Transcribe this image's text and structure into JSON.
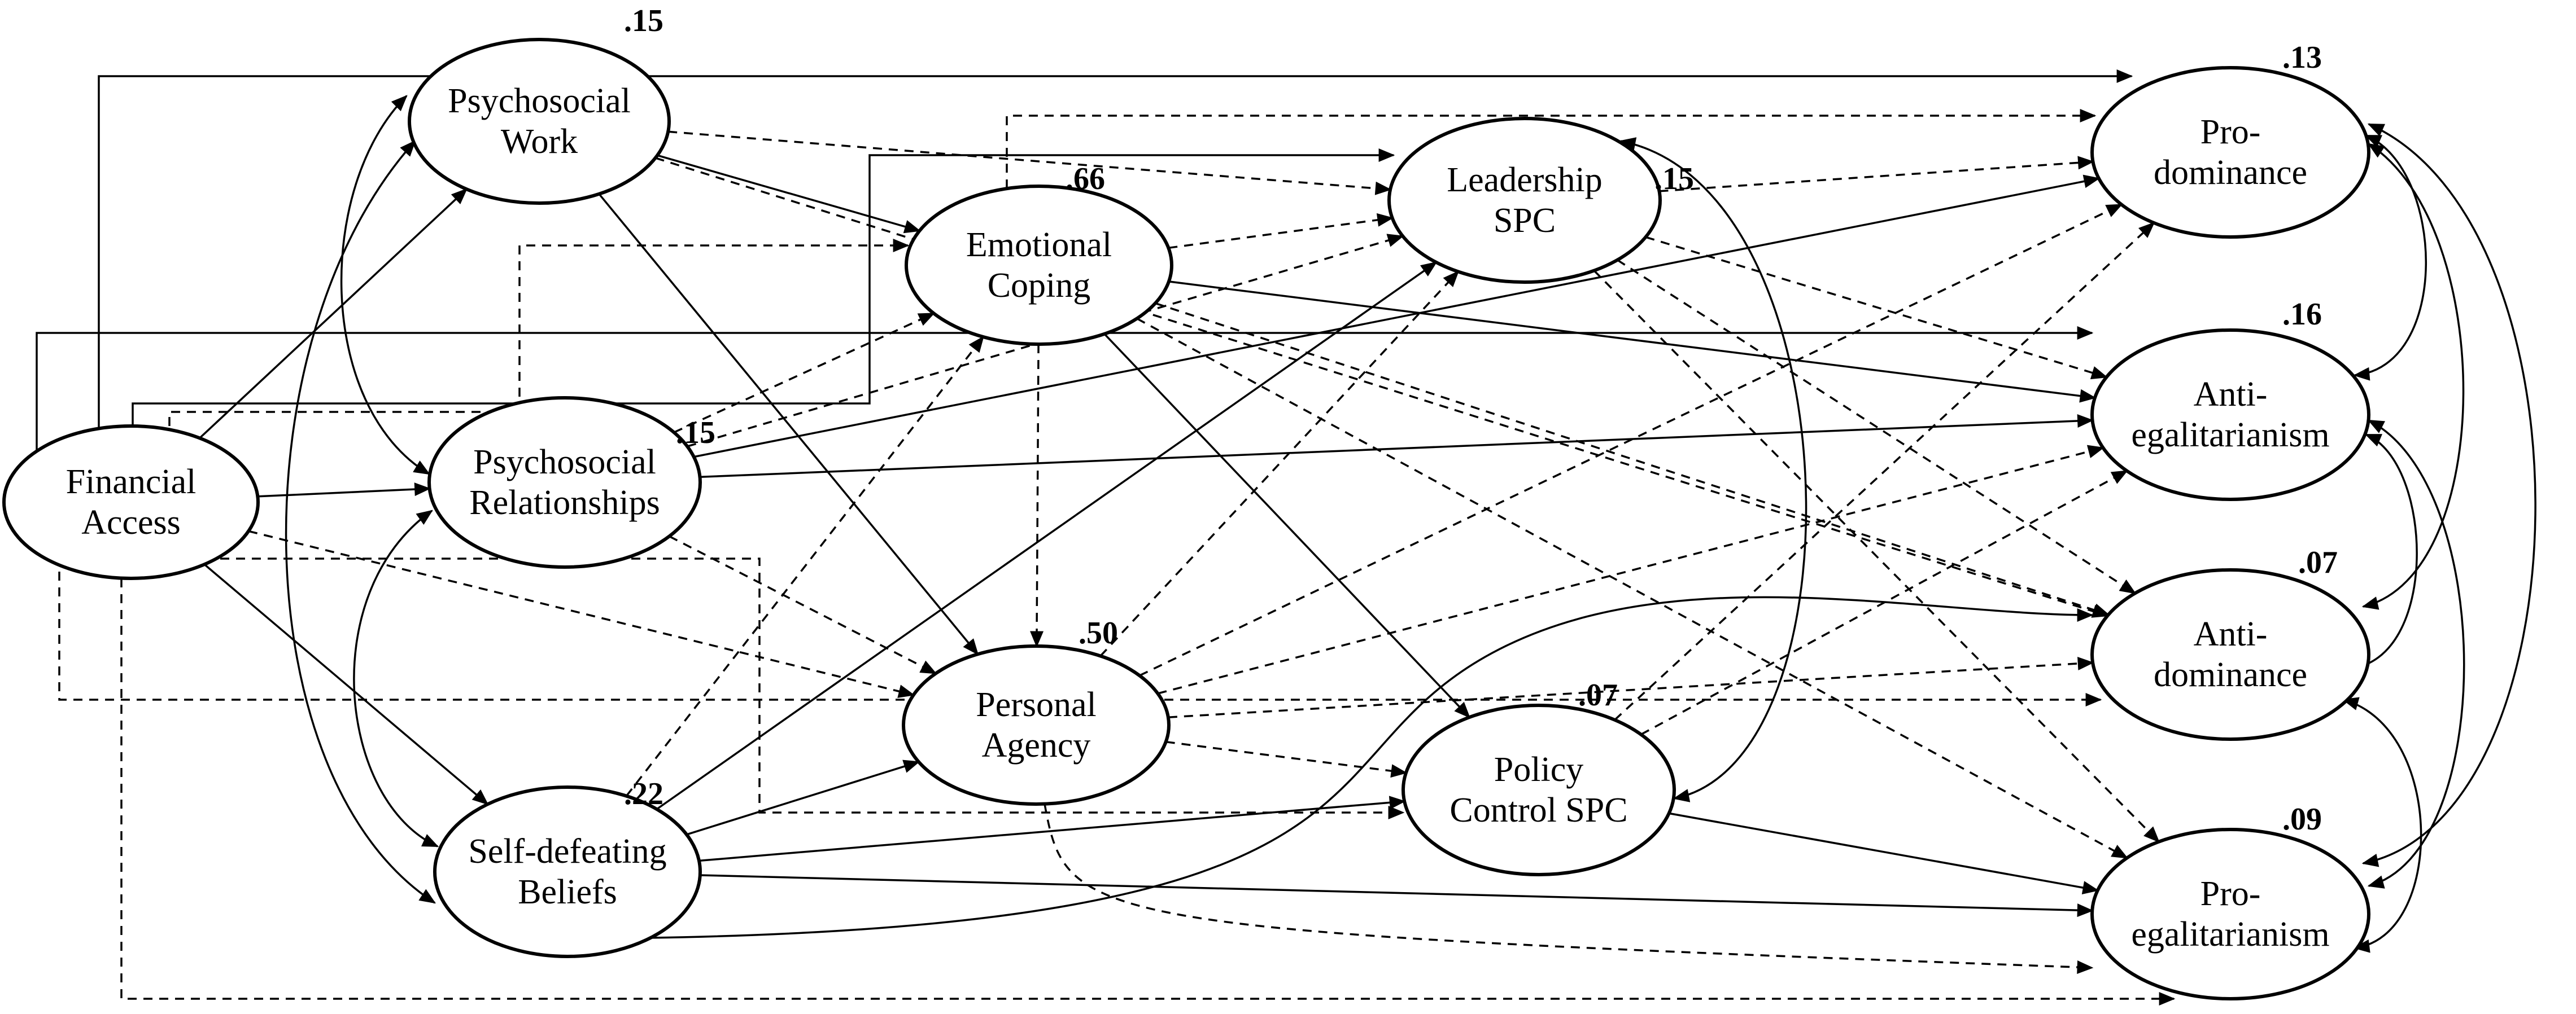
{
  "nodes": [
    {
      "id": "financial-access",
      "lines": [
        "Financial",
        "Access"
      ],
      "r2": ""
    },
    {
      "id": "psychosocial-work",
      "lines": [
        "Psychosocial",
        "Work"
      ],
      "r2": ".15"
    },
    {
      "id": "psychosocial-relationships",
      "lines": [
        "Psychosocial",
        "Relationships"
      ],
      "r2": ".15"
    },
    {
      "id": "self-defeating-beliefs",
      "lines": [
        "Self-defeating",
        "Beliefs"
      ],
      "r2": ".22"
    },
    {
      "id": "emotional-coping",
      "lines": [
        "Emotional",
        "Coping"
      ],
      "r2": ".66"
    },
    {
      "id": "personal-agency",
      "lines": [
        "Personal",
        "Agency"
      ],
      "r2": ".50"
    },
    {
      "id": "leadership-spc",
      "lines": [
        "Leadership",
        "SPC"
      ],
      "r2": ".15"
    },
    {
      "id": "policy-control-spc",
      "lines": [
        "Policy",
        "Control SPC"
      ],
      "r2": ".07"
    },
    {
      "id": "pro-dominance",
      "lines": [
        "Pro-",
        "dominance"
      ],
      "r2": ".13"
    },
    {
      "id": "anti-egalitarianism",
      "lines": [
        "Anti-",
        "egalitarianism"
      ],
      "r2": ".16"
    },
    {
      "id": "anti-dominance",
      "lines": [
        "Anti-",
        "dominance"
      ],
      "r2": ".07"
    },
    {
      "id": "pro-egalitarianism",
      "lines": [
        "Pro-",
        "egalitarianism"
      ],
      "r2": ".09"
    }
  ],
  "edges": [
    {
      "from": "financial-access",
      "to": "psychosocial-work",
      "style": "solid"
    },
    {
      "from": "financial-access",
      "to": "psychosocial-relationships",
      "style": "solid"
    },
    {
      "from": "financial-access",
      "to": "self-defeating-beliefs",
      "style": "solid"
    },
    {
      "from": "financial-access",
      "to": "personal-agency",
      "style": "dashed"
    },
    {
      "from": "financial-access",
      "to": "pro-dominance",
      "style": "solid"
    },
    {
      "from": "financial-access",
      "to": "anti-egalitarianism",
      "style": "solid"
    },
    {
      "from": "financial-access",
      "to": "leadership-spc",
      "style": "solid"
    },
    {
      "from": "financial-access",
      "to": "emotional-coping",
      "style": "dashed"
    },
    {
      "from": "financial-access",
      "to": "anti-dominance",
      "style": "dashed"
    },
    {
      "from": "financial-access",
      "to": "policy-control-spc",
      "style": "dashed"
    },
    {
      "from": "financial-access",
      "to": "pro-egalitarianism",
      "style": "dashed"
    },
    {
      "from": "psychosocial-work",
      "to": "emotional-coping",
      "style": "solid"
    },
    {
      "from": "psychosocial-work",
      "to": "personal-agency",
      "style": "solid"
    },
    {
      "from": "psychosocial-work",
      "to": "leadership-spc",
      "style": "dashed"
    },
    {
      "from": "psychosocial-work",
      "to": "anti-dominance",
      "style": "dashed"
    },
    {
      "from": "psychosocial-relationships",
      "to": "emotional-coping",
      "style": "dashed"
    },
    {
      "from": "psychosocial-relationships",
      "to": "leadership-spc",
      "style": "dashed"
    },
    {
      "from": "psychosocial-relationships",
      "to": "personal-agency",
      "style": "dashed"
    },
    {
      "from": "psychosocial-relationships",
      "to": "pro-dominance",
      "style": "solid"
    },
    {
      "from": "psychosocial-relationships",
      "to": "anti-egalitarianism",
      "style": "solid"
    },
    {
      "from": "self-defeating-beliefs",
      "to": "emotional-coping",
      "style": "dashed"
    },
    {
      "from": "self-defeating-beliefs",
      "to": "leadership-spc",
      "style": "solid"
    },
    {
      "from": "self-defeating-beliefs",
      "to": "personal-agency",
      "style": "solid"
    },
    {
      "from": "self-defeating-beliefs",
      "to": "policy-control-spc",
      "style": "solid"
    },
    {
      "from": "self-defeating-beliefs",
      "to": "pro-egalitarianism",
      "style": "solid"
    },
    {
      "from": "self-defeating-beliefs",
      "to": "anti-dominance",
      "style": "solid"
    },
    {
      "from": "emotional-coping",
      "to": "pro-dominance",
      "style": "dashed"
    },
    {
      "from": "emotional-coping",
      "to": "leadership-spc",
      "style": "dashed"
    },
    {
      "from": "emotional-coping",
      "to": "personal-agency",
      "style": "dashed"
    },
    {
      "from": "emotional-coping",
      "to": "policy-control-spc",
      "style": "solid"
    },
    {
      "from": "emotional-coping",
      "to": "anti-egalitarianism",
      "style": "solid"
    },
    {
      "from": "emotional-coping",
      "to": "anti-dominance",
      "style": "dashed"
    },
    {
      "from": "emotional-coping",
      "to": "pro-egalitarianism",
      "style": "dashed"
    },
    {
      "from": "personal-agency",
      "to": "leadership-spc",
      "style": "dashed"
    },
    {
      "from": "personal-agency",
      "to": "policy-control-spc",
      "style": "dashed"
    },
    {
      "from": "personal-agency",
      "to": "pro-dominance",
      "style": "dashed"
    },
    {
      "from": "personal-agency",
      "to": "anti-egalitarianism",
      "style": "dashed"
    },
    {
      "from": "personal-agency",
      "to": "anti-dominance",
      "style": "dashed"
    },
    {
      "from": "personal-agency",
      "to": "pro-egalitarianism",
      "style": "dashed"
    },
    {
      "from": "leadership-spc",
      "to": "pro-dominance",
      "style": "dashed"
    },
    {
      "from": "leadership-spc",
      "to": "anti-egalitarianism",
      "style": "dashed"
    },
    {
      "from": "leadership-spc",
      "to": "anti-dominance",
      "style": "dashed"
    },
    {
      "from": "leadership-spc",
      "to": "pro-egalitarianism",
      "style": "dashed"
    },
    {
      "from": "policy-control-spc",
      "to": "pro-dominance",
      "style": "dashed"
    },
    {
      "from": "policy-control-spc",
      "to": "anti-egalitarianism",
      "style": "dashed"
    },
    {
      "from": "policy-control-spc",
      "to": "pro-egalitarianism",
      "style": "solid"
    }
  ],
  "correlations": [
    {
      "a": "psychosocial-work",
      "b": "psychosocial-relationships"
    },
    {
      "a": "psychosocial-work",
      "b": "self-defeating-beliefs"
    },
    {
      "a": "psychosocial-relationships",
      "b": "self-defeating-beliefs"
    },
    {
      "a": "leadership-spc",
      "b": "policy-control-spc"
    },
    {
      "a": "pro-dominance",
      "b": "anti-egalitarianism"
    },
    {
      "a": "pro-dominance",
      "b": "anti-dominance"
    },
    {
      "a": "pro-dominance",
      "b": "pro-egalitarianism"
    },
    {
      "a": "anti-egalitarianism",
      "b": "anti-dominance"
    },
    {
      "a": "anti-egalitarianism",
      "b": "pro-egalitarianism"
    },
    {
      "a": "anti-dominance",
      "b": "pro-egalitarianism"
    }
  ]
}
